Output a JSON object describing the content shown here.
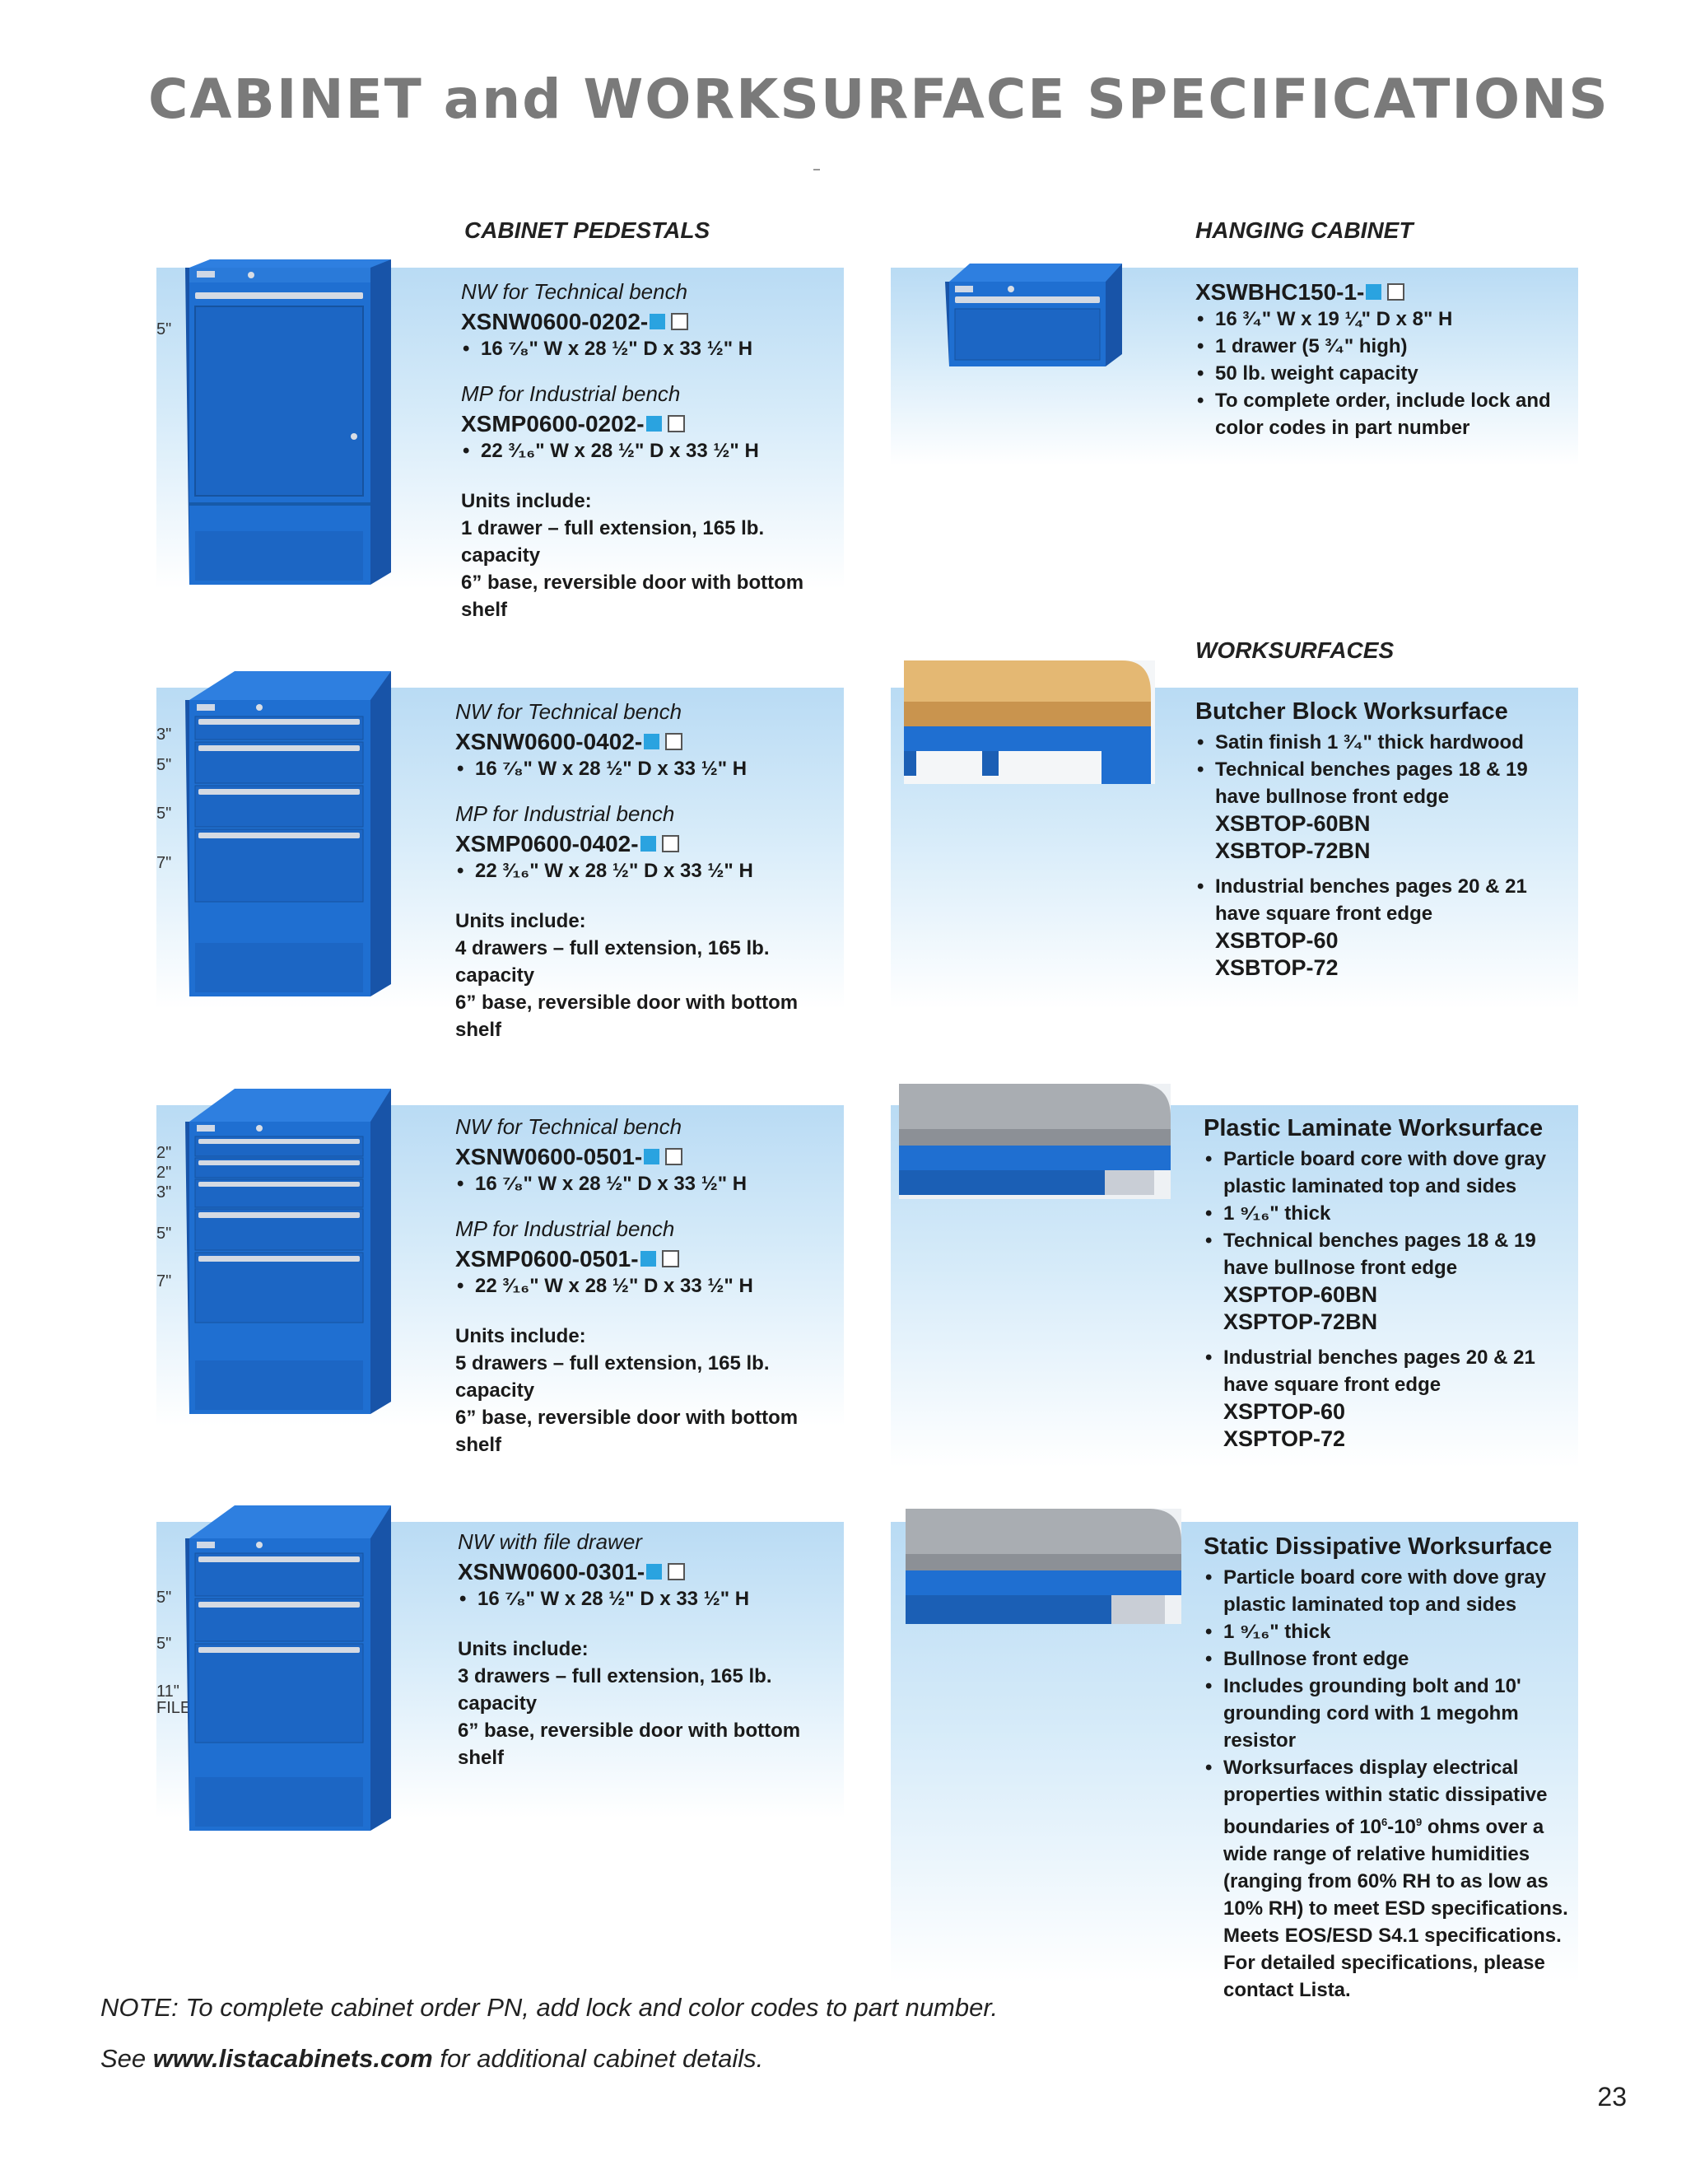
{
  "title": "CABINET and WORKSURFACE SPECIFICATIONS",
  "colors": {
    "cabinet_blue": "#1f6fd1",
    "accent_square": "#2aa3e0",
    "title_gray": "#7a7a7a"
  },
  "cabinet_pedestals": {
    "heading": "CABINET PEDESTALS",
    "items": [
      {
        "drawer_heights": [
          "5\""
        ],
        "nw_label": "NW for Technical bench",
        "nw_pn": "XSNW0600-0202-",
        "nw_dims": "16 ⁷⁄₈\" W x 28 ½\" D x 33 ½\" H",
        "mp_label": "MP for Industrial bench",
        "mp_pn": "XSMP0600-0202-",
        "mp_dims": "22 ³⁄₁₆\" W x 28 ½\" D x 33 ½\" H",
        "units_label": "Units include:",
        "units_line1": "1 drawer – full extension, 165 lb. capacity",
        "units_line2": "6” base, reversible door with bottom shelf"
      },
      {
        "drawer_heights": [
          "3\"",
          "5\"",
          "5\"",
          "7\""
        ],
        "nw_label": "NW for Technical bench",
        "nw_pn": "XSNW0600-0402-",
        "nw_dims": "16 ⁷⁄₈\" W x 28 ½\" D x 33 ½\" H",
        "mp_label": "MP for Industrial bench",
        "mp_pn": "XSMP0600-0402-",
        "mp_dims": "22 ³⁄₁₆\" W x 28 ½\" D x 33 ½\" H",
        "units_label": "Units include:",
        "units_line1": "4 drawers – full extension, 165 lb. capacity",
        "units_line2": "6” base, reversible door with bottom shelf"
      },
      {
        "drawer_heights": [
          "2\"",
          "2\"",
          "3\"",
          "5\"",
          "7\""
        ],
        "nw_label": "NW for Technical bench",
        "nw_pn": "XSNW0600-0501-",
        "nw_dims": "16 ⁷⁄₈\" W x 28 ½\" D x 33 ½\" H",
        "mp_label": "MP for Industrial bench",
        "mp_pn": "XSMP0600-0501-",
        "mp_dims": "22 ³⁄₁₆\" W x 28 ½\" D x 33 ½\" H",
        "units_label": "Units include:",
        "units_line1": "5 drawers – full extension, 165 lb. capacity",
        "units_line2": "6” base, reversible door with bottom shelf"
      },
      {
        "drawer_heights": [
          "5\"",
          "5\"",
          "11\"",
          "FILE"
        ],
        "nw_label": "NW with file drawer",
        "nw_pn": "XSNW0600-0301-",
        "nw_dims": "16 ⁷⁄₈\" W x 28 ½\" D x 33 ½\" H",
        "units_label": "Units include:",
        "units_line1": "3 drawers – full extension, 165 lb. capacity",
        "units_line2": "6” base, reversible door with bottom shelf"
      }
    ]
  },
  "hanging_cabinet": {
    "heading": "HANGING CABINET",
    "pn": "XSWBHC150-1-",
    "bullets": [
      "16 ³⁄₄\" W x 19 ¼\" D x 8\" H",
      "1 drawer (5 ³⁄₄\" high)",
      "50 lb. weight capacity",
      "To complete order, include lock and color codes in part number"
    ]
  },
  "worksurfaces": {
    "heading": "WORKSURFACES",
    "butcher_block": {
      "title": "Butcher Block Worksurface",
      "b1": "Satin finish 1 ³⁄₄\" thick hardwood",
      "b2": "Technical benches pages 18 & 19 have bullnose front edge",
      "codes1": [
        "XSBTOP-60BN",
        "XSBTOP-72BN"
      ],
      "b3": "Industrial benches pages 20 & 21 have square front edge",
      "codes2": [
        "XSBTOP-60",
        "XSBTOP-72"
      ]
    },
    "plastic_laminate": {
      "title": "Plastic Laminate Worksurface",
      "b1": "Particle board core with dove gray plastic laminated top and sides",
      "b2": "1 ⁹⁄₁₆\" thick",
      "b3": "Technical benches pages 18 & 19 have bullnose front edge",
      "codes1": [
        "XSPTOP-60BN",
        "XSPTOP-72BN"
      ],
      "b4": "Industrial benches pages 20 & 21 have square front edge",
      "codes2": [
        "XSPTOP-60",
        "XSPTOP-72"
      ]
    },
    "static_dissipative": {
      "title": "Static Dissipative Worksurface",
      "b1": "Particle board core with dove gray plastic laminated top and sides",
      "b2": "1 ⁹⁄₁₆\" thick",
      "b3": "Bullnose front edge",
      "b4": "Includes grounding bolt and 10' grounding cord with 1 megohm resistor",
      "b5_pre": "Worksurfaces display electrical properties within static dissipative boundaries of 10",
      "b5_exp1": "6",
      "b5_mid": "-10",
      "b5_exp2": "9",
      "b5_post": " ohms over a wide range of relative humidities (ranging from 60% RH to as low as 10% RH) to meet ESD specifications. Meets EOS/ESD S4.1 specifications. For detailed specifications, please contact Lista."
    }
  },
  "note": {
    "line1": "NOTE: To complete cabinet order PN, add lock and color codes to part number.",
    "line2_pre": "See ",
    "line2_link": "www.listacabinets.com",
    "line2_post": " for additional cabinet details."
  },
  "page_number": "23"
}
